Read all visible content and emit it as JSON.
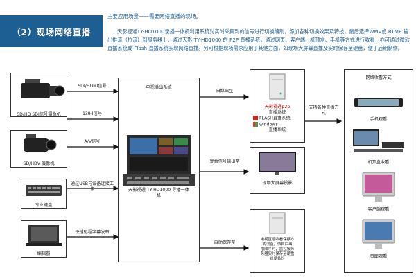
{
  "header": {
    "title": "（2）现场网络直播",
    "scene_line": "主要应用场景——需要网络直播的现场。",
    "description": "天影视通TY-HD1000录播一体机利用系统对实时采集到的信号进行切换编制，添加各种切换效果及特技，最后选择WMV或 RTMP 输出推流（拉流）到服务器上，通过天影 TY-HD1000 的 P2P 直播系统，通过网页、客户端、机顶盒、手机等方式进行收看，亦可通过微软直播系统或 Flash 直播系统实现网络直播。另可根据现场需求应用于其他方面，如现场大屏幕直播及实时保存至硬盘，便于后期制作。"
  },
  "sources": [
    {
      "label": "SD/HD SDI信号摄像机",
      "signal": "SDI/HDMI信号"
    },
    {
      "label": "",
      "signal": "1394信号"
    },
    {
      "label": "SD/HDV 摄像机",
      "signal": "A/V信号"
    },
    {
      "label": "专业键盘",
      "signal": "通过USB与设备连接工作"
    },
    {
      "label": "编辑器",
      "signal": "快速远程字幕发布"
    }
  ],
  "center": {
    "top_label": "电视播出系统",
    "bottom_label": "天影视通-TY-HD1000 导播一体机"
  },
  "outputs": [
    {
      "signal": "自媒出至",
      "lines": [
        "天影视通p2p",
        "直播系统"
      ],
      "extra": [
        "FLASH直播系统",
        "windows",
        "直播系统"
      ]
    },
    {
      "signal": "复合信号输出至",
      "lines": [
        "现场大屏幕投影"
      ]
    },
    {
      "signal": "自动保存至",
      "lines": [
        "电视直播收看保存方",
        "式项直，依自后出",
        "播顺序时，监控服务",
        "务器实时保存至硬盘",
        "以便备份"
      ]
    }
  ],
  "middle_arrow": "支持各种直播方式",
  "viewing": {
    "title": "网络收看方式",
    "items": [
      "手机观看",
      "机顶盒收看",
      "客户端观看",
      "页面观看"
    ]
  }
}
